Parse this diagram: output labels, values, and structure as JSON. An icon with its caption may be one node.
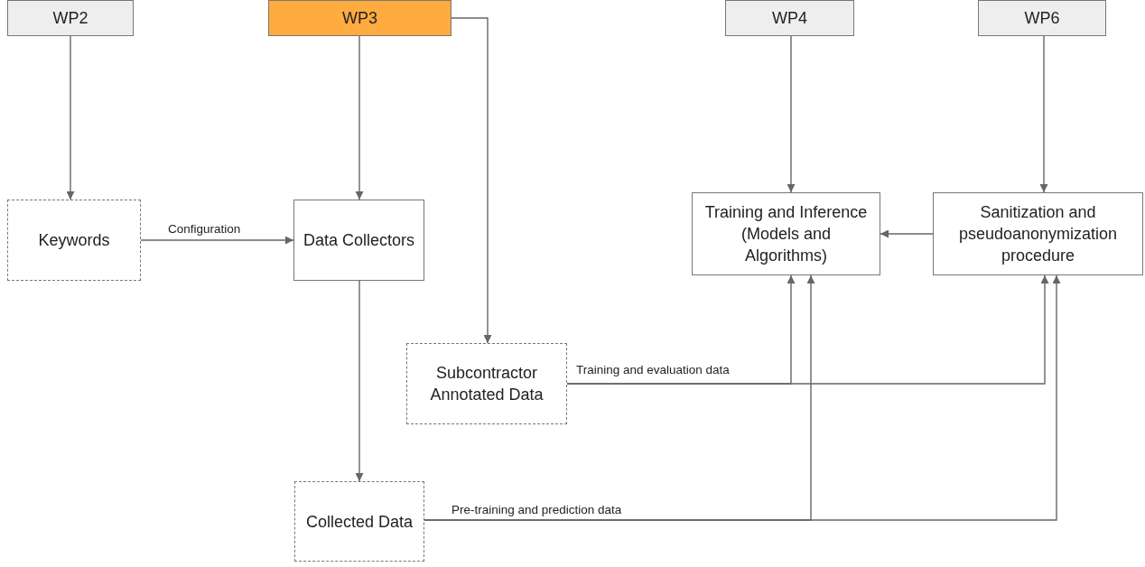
{
  "diagram": {
    "nodes": [
      {
        "text": [
          "WP2"
        ]
      },
      {
        "text": [
          "WP3"
        ]
      },
      {
        "text": [
          "WP4"
        ]
      },
      {
        "text": [
          "WP6"
        ]
      },
      {
        "text": [
          "Keywords"
        ]
      },
      {
        "text": [
          "Data Collectors"
        ]
      },
      {
        "text": [
          "Training and Inference (Models and Algorithms)"
        ]
      },
      {
        "text": [
          "Sanitization and pseudoanonymization procedure"
        ]
      },
      {
        "text": [
          "Subcontractor Annotated Data"
        ]
      },
      {
        "text": [
          "Collected Data"
        ]
      }
    ],
    "edges": [
      {
        "from": 0,
        "to": 4,
        "arrow": "to"
      },
      {
        "from": 1,
        "to": 5,
        "arrow": "to"
      },
      {
        "from": 2,
        "to": 6,
        "arrow": "to"
      },
      {
        "from": 3,
        "to": 7,
        "arrow": "to"
      },
      {
        "from": 4,
        "to": 5,
        "arrow": "to",
        "label": "Configuration"
      },
      {
        "from": 1,
        "to": 8,
        "arrow": "to"
      },
      {
        "from": 5,
        "to": 9,
        "arrow": "to"
      },
      {
        "from": 7,
        "to": 6,
        "arrow": "to"
      },
      {
        "from": 8,
        "to": 6,
        "arrow": "to",
        "label": "Training and evaluation data"
      },
      {
        "from": 8,
        "to": 7,
        "arrow": "to"
      },
      {
        "from": 9,
        "to": 6,
        "arrow": "to",
        "label": "Pre-training and prediction data"
      },
      {
        "from": 9,
        "to": 7,
        "arrow": "to"
      }
    ]
  }
}
